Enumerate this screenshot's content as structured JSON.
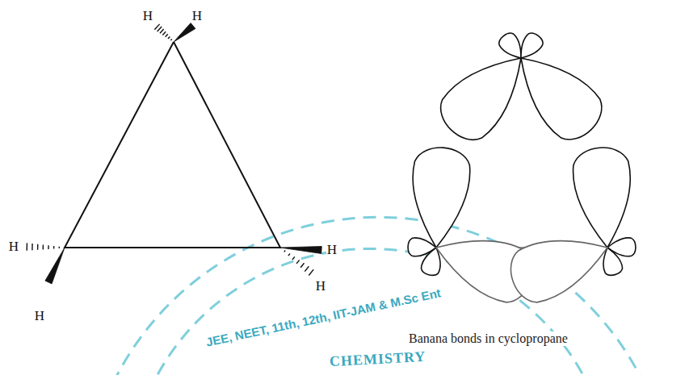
{
  "diagram": {
    "caption": "Banana bonds in cyclopropane",
    "labels": [
      "H",
      "H",
      "H",
      "H",
      "H",
      "H",
      "JEE, NEET, 11th, 12th, IIT-JAM & M.Sc Ent",
      "CHEMISTRY"
    ]
  }
}
